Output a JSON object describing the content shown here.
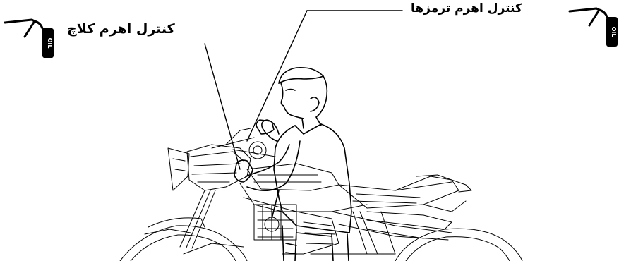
{
  "labels": {
    "clutch_lever": "کنترل اهرم کلاچ",
    "brake_levers": "کنترل اهرم ترمزها"
  },
  "icons": {
    "left": "oil-can-icon",
    "right": "oil-can-icon",
    "oil_text": "OIL"
  },
  "colors": {
    "ink": "#000000",
    "background": "#ffffff"
  }
}
